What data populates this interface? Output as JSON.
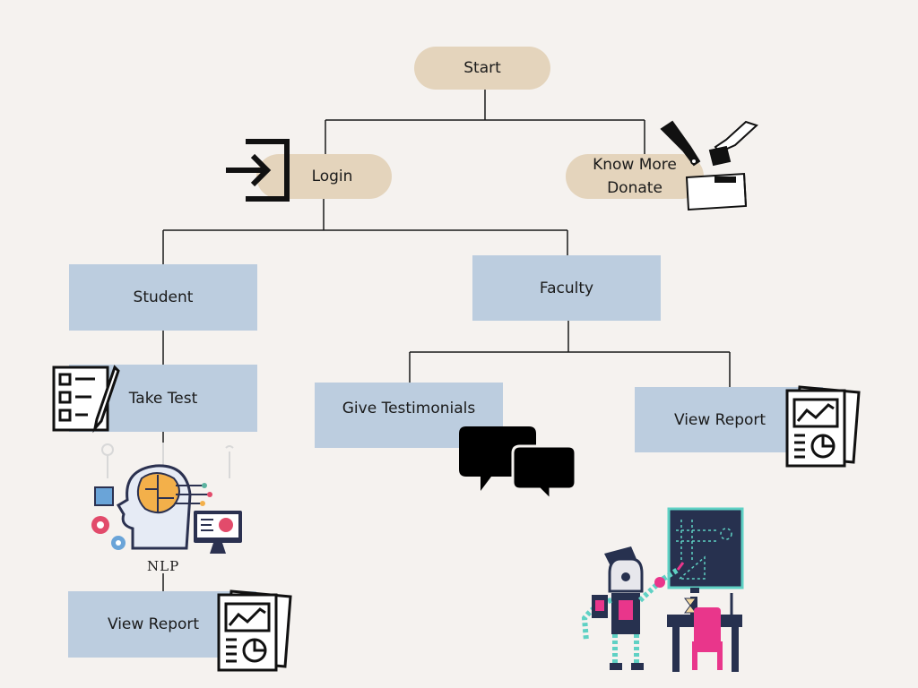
{
  "nodes": {
    "start": "Start",
    "login": "Login",
    "know_more": "Know More",
    "donate": "Donate",
    "student": "Student",
    "faculty": "Faculty",
    "take_test": "Take Test",
    "give_testimonials": "Give Testimonials",
    "view_report_faculty": "View Report",
    "view_report_student": "View Report",
    "nlp": "NLP"
  },
  "colors": {
    "background": "#f5f2ef",
    "pill": "#e4d4bc",
    "box": "#bccddf",
    "line": "#1a1a1a"
  },
  "icons": [
    "login-arrow-icon",
    "donate-hands-icon",
    "checklist-icon",
    "ai-brain-nlp-icon",
    "chat-bubbles-icon",
    "report-chart-icon",
    "robot-teacher-icon"
  ]
}
